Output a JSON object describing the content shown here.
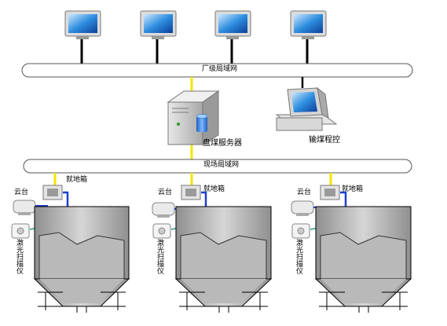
{
  "network": {
    "plant_lan": "厂级局域网",
    "site_lan": "现场局域网"
  },
  "nodes": {
    "inventory_server": "盘煤服务器",
    "conveyor_control": "输煤程控"
  },
  "units": [
    {
      "pan_tilt": "云台",
      "junction_box": "就地箱",
      "scanner": "激光扫描仪"
    },
    {
      "pan_tilt": "云台",
      "junction_box": "就地箱",
      "scanner": "激光扫描仪"
    },
    {
      "pan_tilt": "云台",
      "junction_box": "就地箱",
      "scanner": "激光扫描仪"
    }
  ],
  "colors": {
    "power_link": "#f2e600",
    "signal_link": "#1f3fd0",
    "data_link": "#2a9a8a",
    "monitor_screen": "#2f8fe0",
    "silo_fill": "#b9b9b9"
  }
}
